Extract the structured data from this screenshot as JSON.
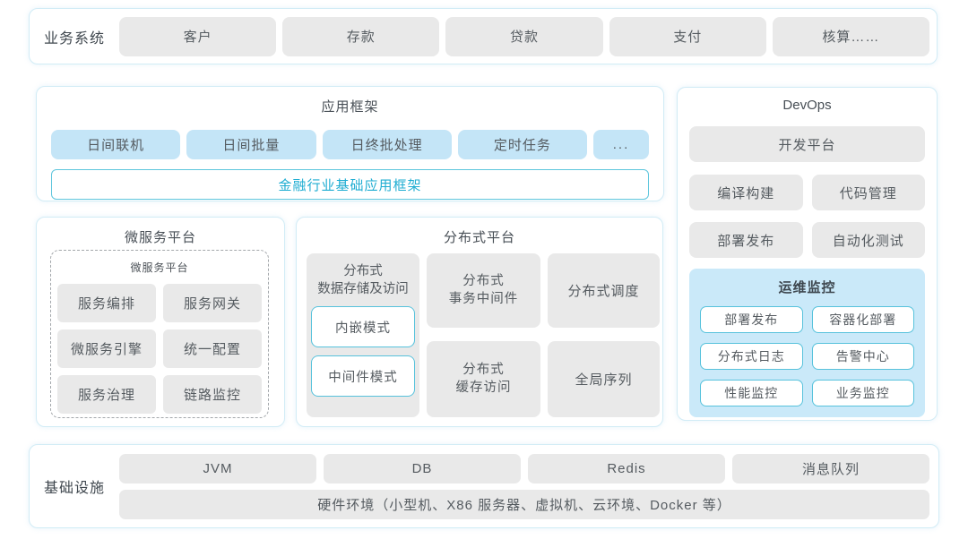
{
  "business": {
    "label": "业务系统",
    "items": [
      "客户",
      "存款",
      "贷款",
      "支付",
      "核算……"
    ]
  },
  "app_framework": {
    "title": "应用框架",
    "modes": [
      "日间联机",
      "日间批量",
      "日终批处理",
      "定时任务",
      "..."
    ],
    "base_label": "金融行业基础应用框架"
  },
  "devops": {
    "title": "DevOps",
    "platform": "开发平台",
    "tools": [
      "编译构建",
      "代码管理",
      "部署发布",
      "自动化测试"
    ],
    "monitor": {
      "title": "运维监控",
      "items": [
        "部署发布",
        "容器化部署",
        "分布式日志",
        "告警中心",
        "性能监控",
        "业务监控"
      ]
    }
  },
  "microservices": {
    "title": "微服务平台",
    "inner_title": "微服务平台",
    "items": [
      "服务编排",
      "服务网关",
      "微服务引擎",
      "统一配置",
      "服务治理",
      "链路监控"
    ]
  },
  "distributed": {
    "title": "分布式平台",
    "storage": {
      "label": "分布式\n数据存储及访问",
      "modes": [
        "内嵌模式",
        "中间件模式"
      ]
    },
    "cells": [
      "分布式\n事务中间件",
      "分布式调度",
      "分布式\n缓存访问",
      "全局序列"
    ]
  },
  "infrastructure": {
    "label": "基础设施",
    "items": [
      "JVM",
      "DB",
      "Redis",
      "消息队列"
    ],
    "hardware": "硬件环境（小型机、X86 服务器、虚拟机、云环境、Docker 等）"
  },
  "colors": {
    "accent_teal_border": "#57c2dc",
    "accent_teal_text": "#1fadd2",
    "chip_gray": "#e9e9e9",
    "chip_blue": "#c4e5f7",
    "monitor_panel_blue": "#cae9f9",
    "section_border": "#d2ecf6"
  }
}
